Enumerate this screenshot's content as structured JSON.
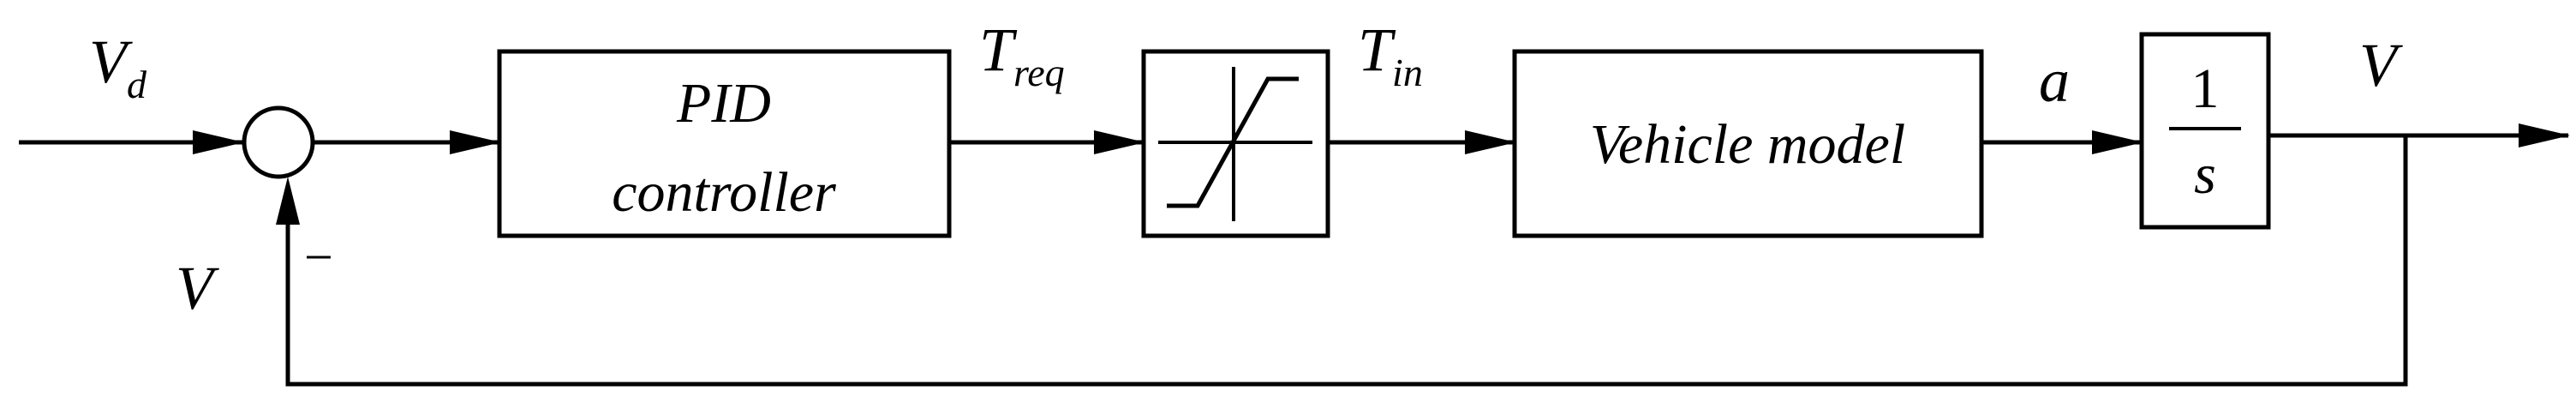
{
  "signals": {
    "input": "V",
    "input_sub": "d",
    "pid_out": "T",
    "pid_out_sub": "req",
    "sat_out": "T",
    "sat_out_sub": "in",
    "accel": "a",
    "output": "V",
    "feedback": "V",
    "feedback_sign": "−"
  },
  "blocks": {
    "pid_line1": "PID",
    "pid_line2": "controller",
    "vehicle": "Vehicle model",
    "integrator_num": "1",
    "integrator_den": "s"
  }
}
